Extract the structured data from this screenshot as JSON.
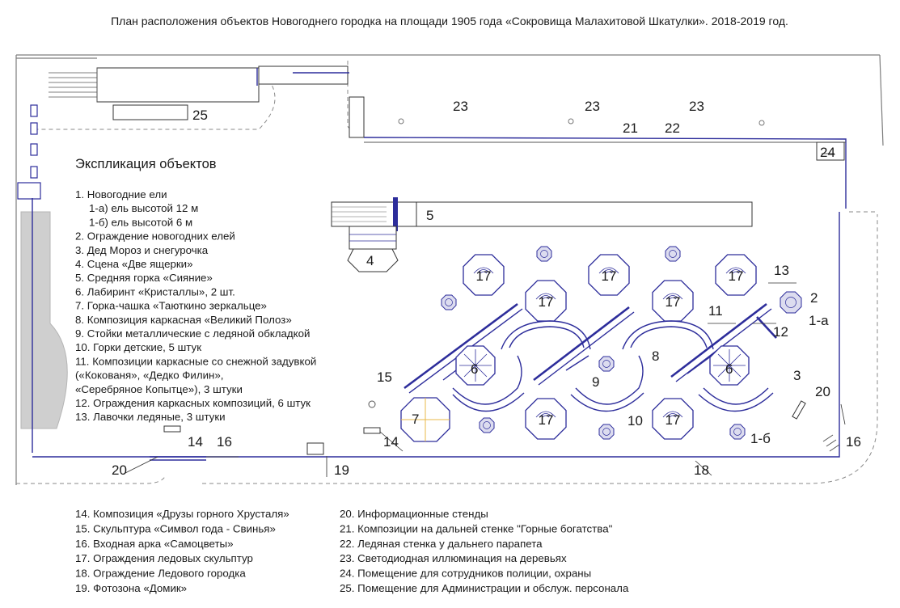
{
  "title": "План расположения объектов Новогоднего городка на площади 1905 года «Сокровища Малахитовой Шкатулки». 2018-2019 год.",
  "explication_title": "Экспликация объектов",
  "legend_left": [
    "1. Новогодние ели",
    "1-а) ель высотой 12 м",
    "1-б) ель высотой 6 м",
    "2. Ограждение новогодних елей",
    "3. Дед Мороз и снегурочка",
    "4. Сцена «Две ящерки»",
    "5. Средняя горка «Сияние»",
    "6. Лабиринт «Кристаллы», 2 шт.",
    "7. Горка-чашка «Таюткино зеркальце»",
    "8. Композиция каркасная «Великий Полоз»",
    "9. Стойки металлические с ледяной обкладкой",
    "10. Горки детские, 5 штук",
    "11. Композиции каркасные со снежной задувкой",
    "(«Кокованя», «Дедко Филин»,",
    "«Серебряное Копытце»), 3 штуки",
    "12. Ограждения каркасных композиций, 6 штук",
    "13. Лавочки ледяные, 3 штуки"
  ],
  "legend_bottom_left": [
    "14. Композиция «Друзы горного Хрусталя»",
    "15. Скульптура «Символ года - Свинья»",
    "16. Входная арка «Самоцветы»",
    "17. Ограждения ледовых скульптур",
    "18. Ограждение Ледового городка",
    "19. Фотозона «Домик»"
  ],
  "legend_bottom_right": [
    "20. Информационные стенды",
    "21. Композиции на дальней стенке \"Горные богатства\"",
    "22. Ледяная стенка у дальнего парапета",
    "23. Светодиодная иллюминация на деревьях",
    "24. Помещение для сотрудников полиции, охраны",
    "25. Помещение для Администрации и обслуж. персонала"
  ],
  "map_labels": {
    "n1a": "1-а",
    "n1b": "1-б",
    "n2": "2",
    "n3": "3",
    "n4": "4",
    "n5": "5",
    "n6": "6",
    "n7": "7",
    "n8": "8",
    "n9": "9",
    "n10": "10",
    "n11": "11",
    "n12": "12",
    "n13": "13",
    "n14": "14",
    "n15": "15",
    "n16": "16",
    "n17": "17",
    "n18": "18",
    "n19": "19",
    "n20": "20",
    "n21": "21",
    "n22": "22",
    "n23": "23",
    "n24": "24",
    "n25": "25"
  },
  "colors": {
    "plan_blue": "#2d2d9b",
    "walls": "#7d7d7d",
    "plaza_gray": "#cfcfcf"
  }
}
